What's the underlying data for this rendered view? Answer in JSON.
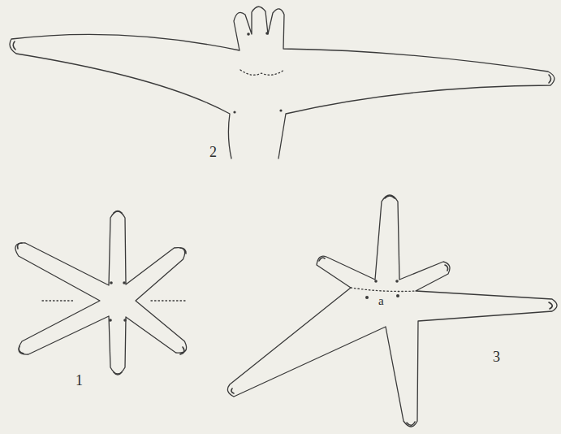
{
  "diagram": {
    "labels": [
      "2",
      "1",
      "3",
      "a"
    ]
  }
}
